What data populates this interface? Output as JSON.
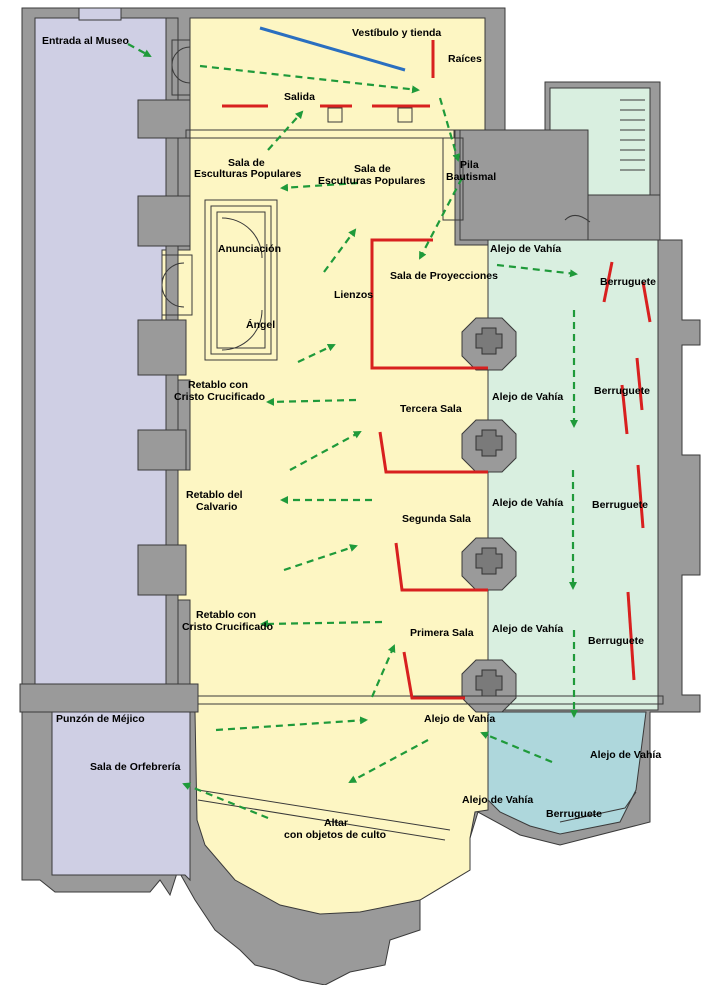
{
  "colors": {
    "wall": "#9a9a9a",
    "nave": "#fdf6c3",
    "gallery": "#d9efe0",
    "chapel": "#aed7dc",
    "side_rooms": "#cfcfe4",
    "divider": "#d8201f",
    "route": "#1f9a3a",
    "entrance_line": "#2a6fc0"
  },
  "labels": {
    "entrada": "Entrada al Museo",
    "vestibulo": "Vestíbulo y tienda",
    "raices": "Raíces",
    "salida": "Salida",
    "pila_1": "Pila",
    "pila_2": "Bautismal",
    "esc_izq_1": "Sala de",
    "esc_izq_2": "Esculturas Populares",
    "esc_der_1": "Sala de",
    "esc_der_2": "Esculturas Populares",
    "anunciacion": "Anunciación",
    "angel": "Ángel",
    "lienzos": "Lienzos",
    "proyecciones": "Sala de Proyecciones",
    "alejo_1": "Alejo de Vahía",
    "alejo_2": "Alejo de Vahía",
    "alejo_3": "Alejo de Vahía",
    "alejo_4": "Alejo de Vahía",
    "alejo_5": "Alejo de Vahía",
    "alejo_6": "Alejo de Vahía",
    "alejo_7": "Alejo de Vahía",
    "berruguete_1": "Berruguete",
    "berruguete_2": "Berruguete",
    "berruguete_3": "Berruguete",
    "berruguete_4": "Berruguete",
    "berruguete_5": "Berruguete",
    "retablo_cristo_1a": "Retablo con",
    "retablo_cristo_1b": "Cristo Crucificado",
    "tercera": "Tercera Sala",
    "calvario_1": "Retablo del",
    "calvario_2": "Calvario",
    "segunda": "Segunda Sala",
    "retablo_cristo_2a": "Retablo con",
    "retablo_cristo_2b": "Cristo Crucificado",
    "primera": "Primera Sala",
    "punzon": "Punzón de Méjico",
    "orfebreria": "Sala de Orfebrería",
    "altar_1": "Altar",
    "altar_2": "con objetos de culto"
  }
}
